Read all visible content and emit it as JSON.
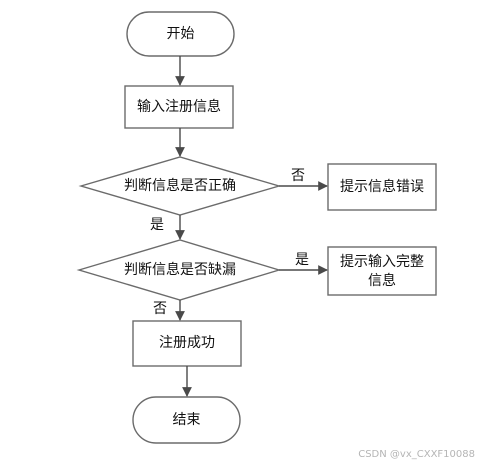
{
  "flowchart": {
    "nodes": {
      "start": "开始",
      "input_registration": "输入注册信息",
      "check_correct": "判断信息是否正确",
      "error_prompt": "提示信息错误",
      "check_missing": "判断信息是否缺漏",
      "complete_prompt_line1": "提示输入完整",
      "complete_prompt_line2": "信息",
      "register_success": "注册成功",
      "end": "结束"
    },
    "edges": {
      "correct_no": "否",
      "correct_yes": "是",
      "missing_yes": "是",
      "missing_no": "否"
    }
  },
  "watermark": "CSDN @vx_CXXF10088"
}
